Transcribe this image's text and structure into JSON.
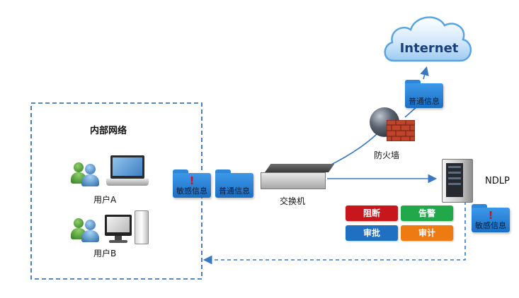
{
  "cloud": {
    "label": "Internet"
  },
  "internal_network": {
    "title": "内部网络"
  },
  "users": [
    {
      "label": "用户A"
    },
    {
      "label": "用户B"
    }
  ],
  "folders": {
    "sensitive_inside": "敏感信息",
    "normal_inside": "普通信息",
    "normal_outbound": "普通信息",
    "sensitive_ndlp": "敏感信息"
  },
  "switch": {
    "label": "交换机"
  },
  "firewall": {
    "label": "防火墙"
  },
  "ndlp": {
    "label": "NDLP"
  },
  "actions": [
    {
      "label": "阻断",
      "color": "#c8161d"
    },
    {
      "label": "告警",
      "color": "#20a84a"
    },
    {
      "label": "审批",
      "color": "#1f6fc2"
    },
    {
      "label": "审计",
      "color": "#ee7a12"
    }
  ],
  "colors": {
    "line": "#3a78c2",
    "dashed_border": "#1f5fa8"
  }
}
